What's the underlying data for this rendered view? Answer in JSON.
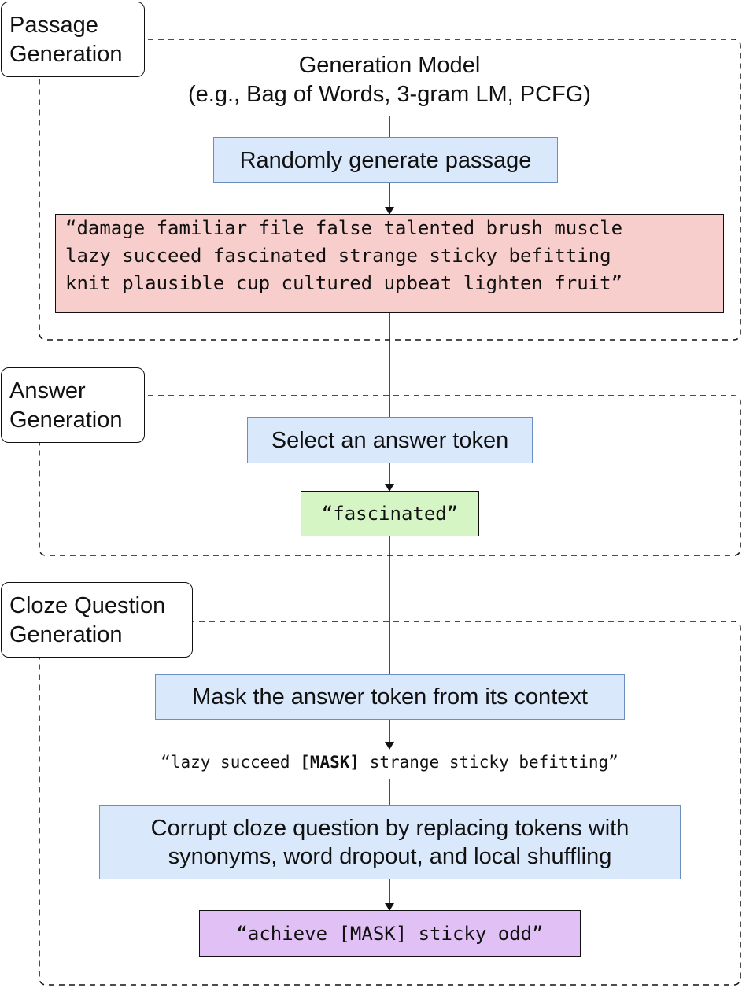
{
  "sections": {
    "passage": {
      "label_line1": "Passage",
      "label_line2": "Generation"
    },
    "answer": {
      "label_line1": "Answer",
      "label_line2": "Generation"
    },
    "cloze": {
      "label_line1": "Cloze Question",
      "label_line2": "Generation"
    }
  },
  "model": {
    "line1": "Generation Model",
    "line2": "(e.g., Bag of Words, 3-gram LM, PCFG)"
  },
  "steps": {
    "generate_passage": "Randomly generate passage",
    "select_answer": "Select an answer token",
    "mask_answer": "Mask the answer token from its context",
    "corrupt_line1": "Corrupt cloze question by replacing tokens with",
    "corrupt_line2": "synonyms, word dropout, and local shuffling"
  },
  "passage_text": {
    "line1": "“damage familiar file false talented brush muscle",
    "line2": "lazy succeed fascinated strange sticky befitting",
    "line3": "knit plausible cup cultured upbeat lighten fruit”"
  },
  "answer_token": "“fascinated”",
  "cloze_question": {
    "before": "“lazy succeed ",
    "mask": "[MASK]",
    "after": " strange sticky befitting”"
  },
  "corrupted_question": "“achieve [MASK] sticky odd”"
}
